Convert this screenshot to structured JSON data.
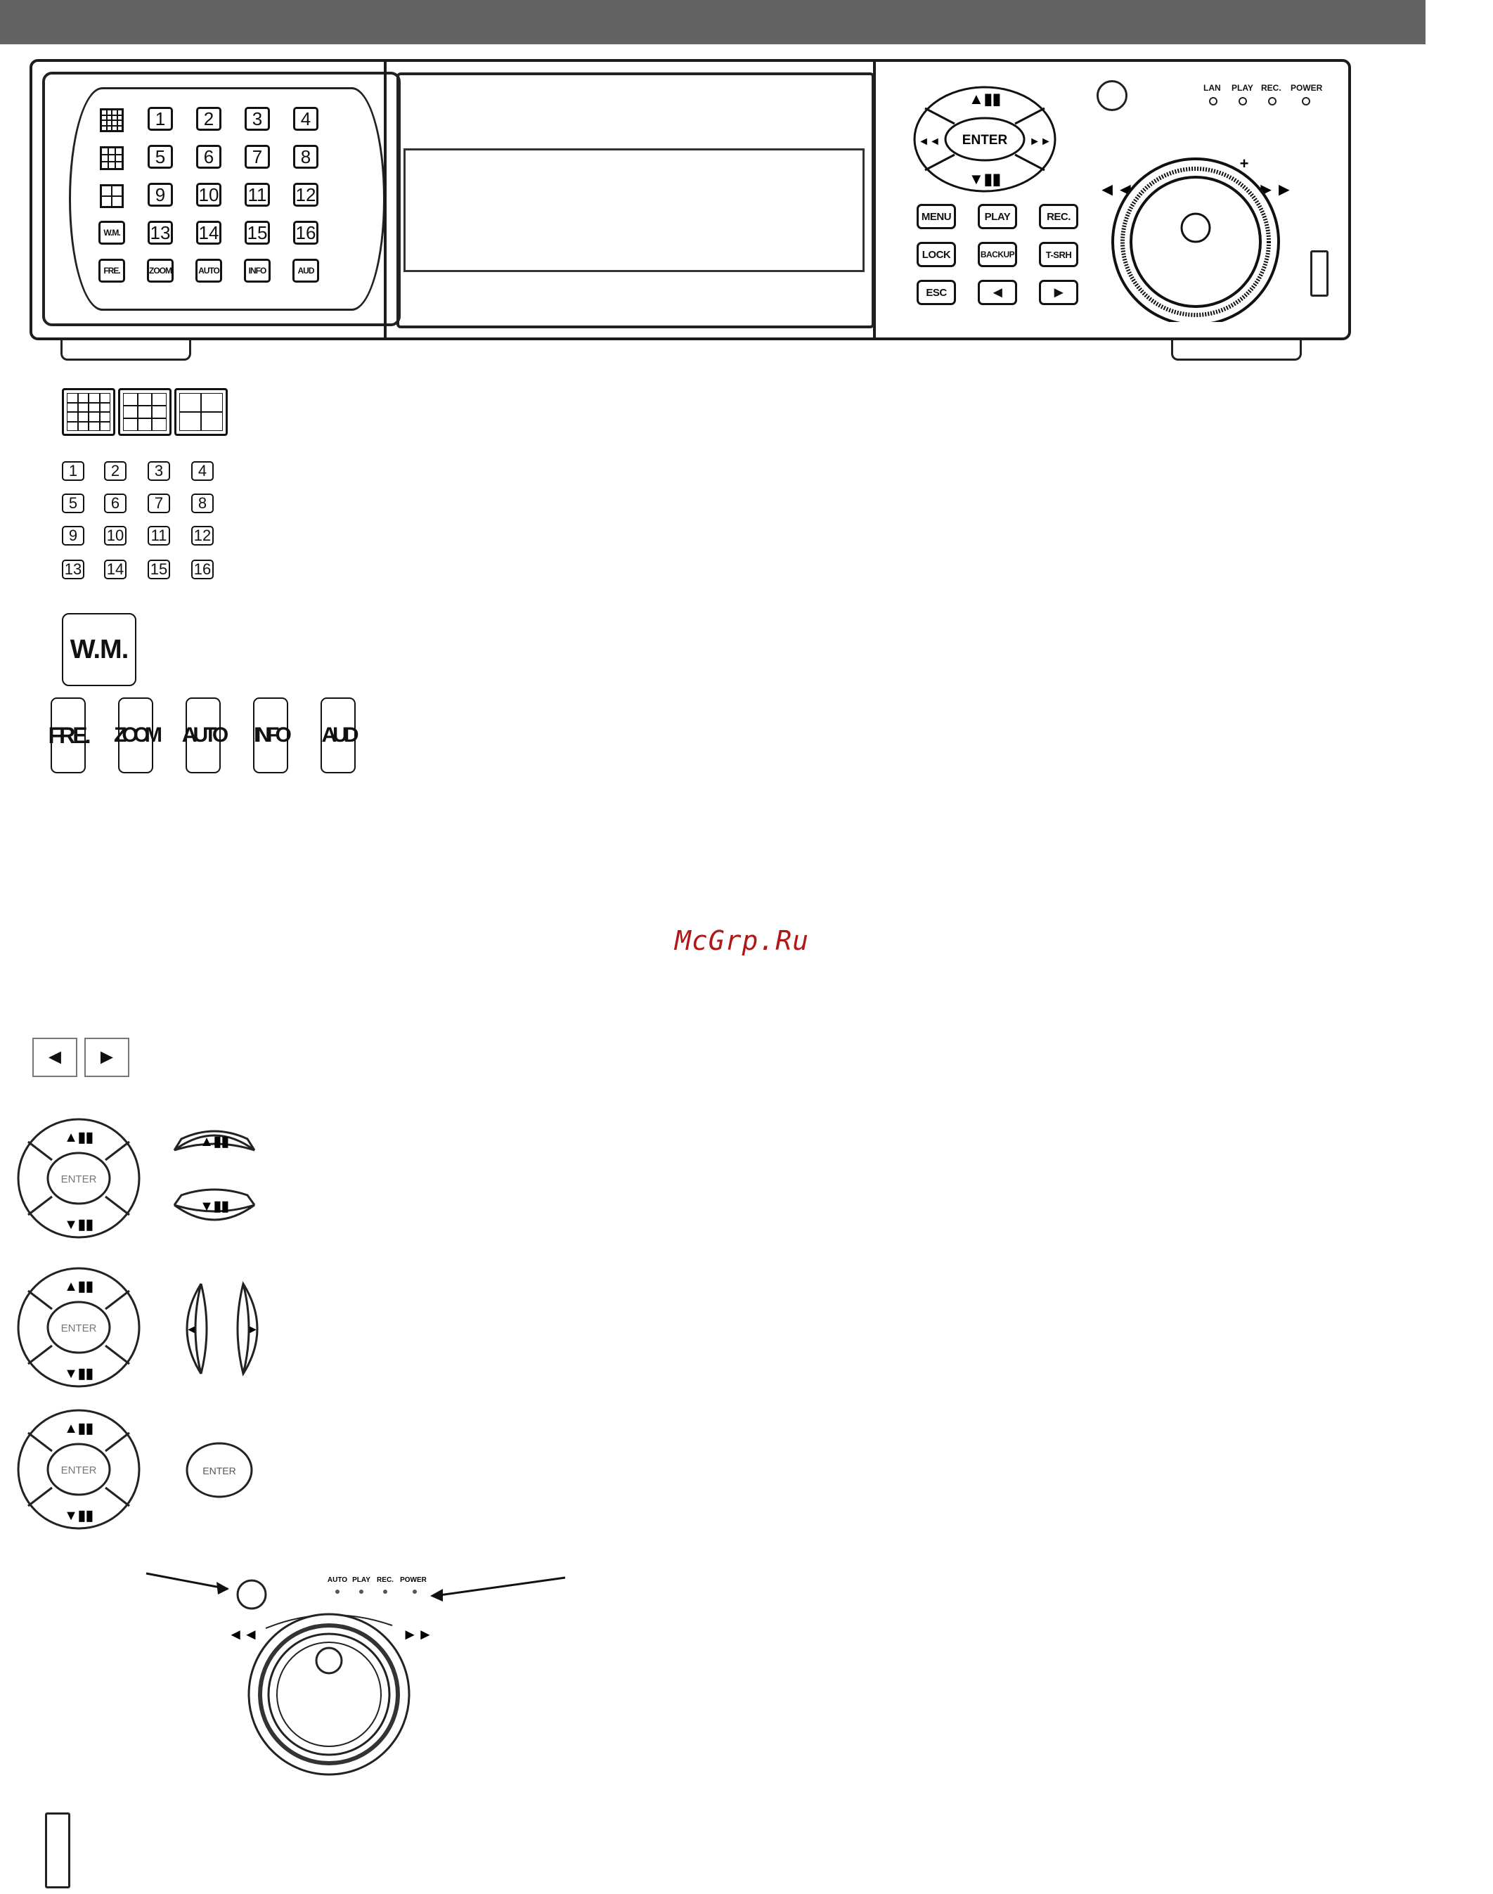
{
  "panel": {
    "display_grid_icons": [
      "grid-16-icon",
      "grid-9-icon",
      "grid-4-icon"
    ],
    "channel_buttons": [
      "1",
      "2",
      "3",
      "4",
      "5",
      "6",
      "7",
      "8",
      "9",
      "10",
      "11",
      "12",
      "13",
      "14",
      "15",
      "16"
    ],
    "mode_buttons": [
      "W.M.",
      "FRE.",
      "ZOOM",
      "AUTO",
      "INFO",
      "AUD"
    ],
    "jog_labels": {
      "minus": "-",
      "plus": "+"
    },
    "center_buttons": {
      "enter": "ENTER",
      "row1": [
        "MENU",
        "PLAY",
        "REC."
      ],
      "row2": [
        "LOCK",
        "BACKUP",
        "T-SRH"
      ],
      "row3": [
        "ESC",
        "◄",
        "►"
      ]
    },
    "leds": [
      "LAN",
      "PLAY",
      "REC.",
      "POWER"
    ]
  },
  "legend": {
    "channel_rows": [
      [
        "1",
        "2",
        "3",
        "4"
      ],
      [
        "5",
        "6",
        "7",
        "8"
      ],
      [
        "9",
        "10",
        "11",
        "12"
      ],
      [
        "13",
        "14",
        "15",
        "16"
      ]
    ],
    "wm_button": "W.M.",
    "function_buttons": [
      "FRE.",
      "ZOOM",
      "AUTO",
      "INFO",
      "AUD"
    ],
    "arrow_buttons": [
      "◄",
      "►"
    ],
    "enter_label": "ENTER",
    "leds_bottom": [
      "AUTO",
      "PLAY",
      "REC.",
      "POWER"
    ]
  },
  "watermark": "McGrp.Ru",
  "colors": {
    "topbar": "#636363",
    "watermark": "#b01818",
    "ink": "#111111"
  }
}
